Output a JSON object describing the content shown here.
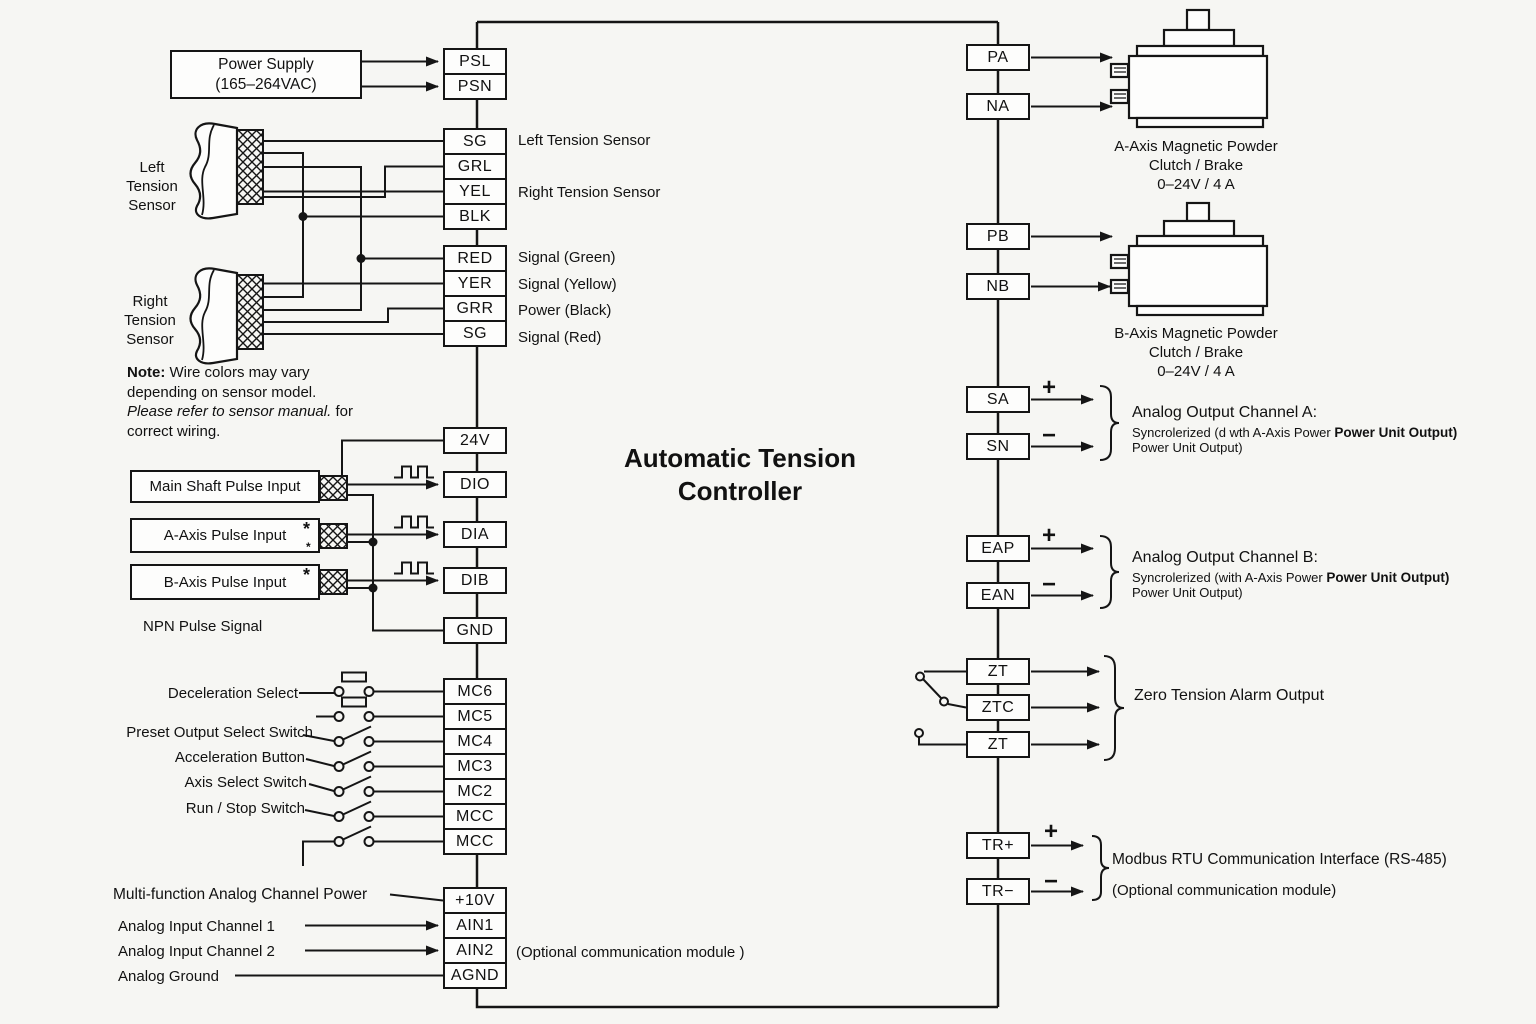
{
  "title": {
    "line1": "Automatic Tension",
    "line2": "Controller"
  },
  "power_supply": {
    "line1": "Power Supply",
    "line2": "(165–264VAC)"
  },
  "terminals": {
    "left": {
      "psl": "PSL",
      "psn": "PSN",
      "sg1": "SG",
      "grl": "GRL",
      "yel": "YEL",
      "blk": "BLK",
      "red": "RED",
      "yer": "YER",
      "grr": "GRR",
      "sg2": "SG",
      "v24": "24V",
      "dio": "DIO",
      "dia": "DIA",
      "dib": "DIB",
      "gnd": "GND",
      "mc6": "MC6",
      "mc5": "MC5",
      "mc4": "MC4",
      "mc3": "MC3",
      "mc2": "MC2",
      "mcc1": "MCC",
      "mcc2": "MCC",
      "p10": "+10V",
      "ain1": "AIN1",
      "ain2": "AIN2",
      "agnd": "AGND"
    },
    "right": {
      "pa": "PA",
      "na": "NA",
      "pb": "PB",
      "nb": "NB",
      "sa": "SA",
      "sn": "SN",
      "eap": "EAP",
      "ean": "EAN",
      "zt1": "ZT",
      "ztc": "ZTC",
      "zt2": "ZT",
      "trp": "TR+",
      "trm": "TR−"
    }
  },
  "sensors": {
    "left_label": "Left\nTension\nSensor",
    "right_label": "Right\nTension\nSensor",
    "note_bold": "Note:",
    "note_text": "Wire colors may vary depending on sensor model.",
    "note_italic": "Please refer to sensor manual.",
    "note_tail": "for correct wiring."
  },
  "side_labels": {
    "left_sensor": "Left Tension Sensor",
    "right_sensor": "Right Tension Sensor",
    "sig_green": "Signal (Green)",
    "sig_yellow": "Signal (Yellow)",
    "pwr_black": "Power (Black)",
    "sig_red": "Signal (Red)"
  },
  "pulse": {
    "main": "Main Shaft Pulse Input",
    "a": "A-Axis Pulse Input",
    "b": "B-Axis Pulse Input",
    "asterisk": "*",
    "npn": "NPN Pulse Signal"
  },
  "switches": {
    "decel": "Deceleration Select",
    "preset": "Preset Output Select Switch",
    "accel": "Acceleration Button",
    "axis": "Axis Select Switch",
    "run": "Run / Stop Switch"
  },
  "analog": {
    "power": "Multi-function Analog Channel Power",
    "ch1": "Analog Input Channel 1",
    "ch2": "Analog Input Channel 2",
    "gnd": "Analog Ground",
    "optional": "(Optional communication module )"
  },
  "motors": {
    "a_label": "A-Axis Magnetic Powder\nClutch / Brake\n0–24V / 4 A",
    "b_label": "B-Axis Magnetic Powder\nClutch / Brake\n0–24V / 4 A"
  },
  "outputs": {
    "plus": "+",
    "minus": "−",
    "a_title": "Analog Output Channel A:",
    "a_sub1": "Syncrolerized (d wth A-Axis Power",
    "a_sub1b": "Power Unit Output)",
    "a_sub2": "Power Unit Output)",
    "b_title": "Analog Output Channel B:",
    "b_sub1": "Syncrolerized (with A-Axis Power",
    "b_sub1b": "Power Unit Output)",
    "b_sub2": "Power Unit Output)",
    "zero": "Zero Tension Alarm Output",
    "modbus": "Modbus RTU Communication Interface (RS-485)",
    "modbus_sub": "(Optional communication module)"
  }
}
